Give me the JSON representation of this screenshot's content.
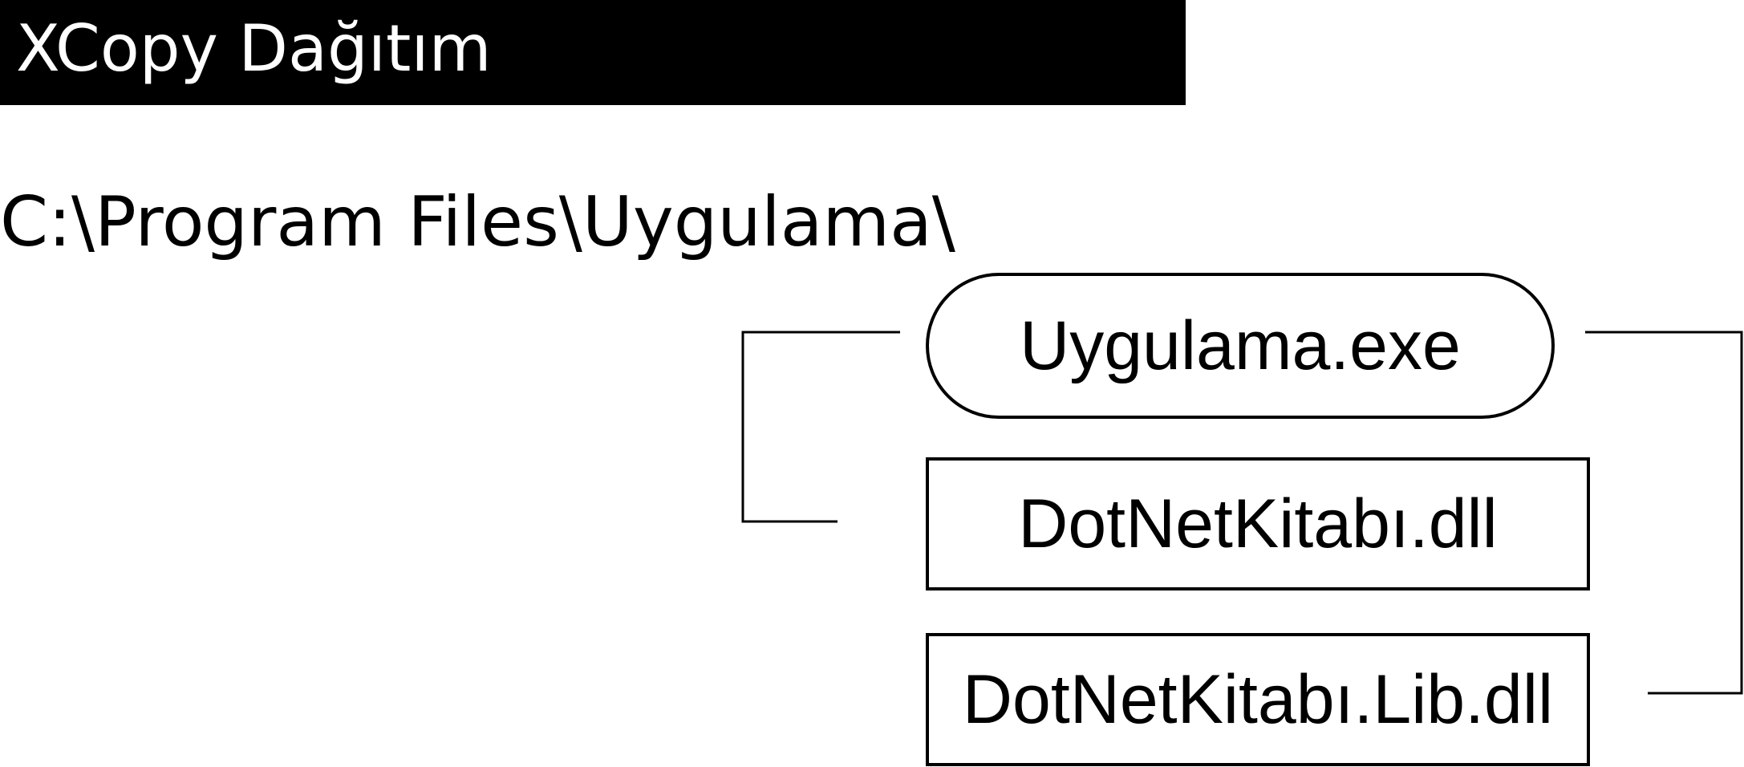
{
  "header": {
    "title": "XCopy Dağıtım"
  },
  "install_path": "C:\\Program Files\\Uygulama\\",
  "files": [
    {
      "name": "Uygulama.exe",
      "shape": "rounded"
    },
    {
      "name": "DotNetKitabı.dll",
      "shape": "rectangle"
    },
    {
      "name": "DotNetKitabı.Lib.dll",
      "shape": "rectangle"
    }
  ],
  "colors": {
    "header_background": "#000000",
    "header_text": "#ffffff",
    "stroke": "#000000"
  }
}
